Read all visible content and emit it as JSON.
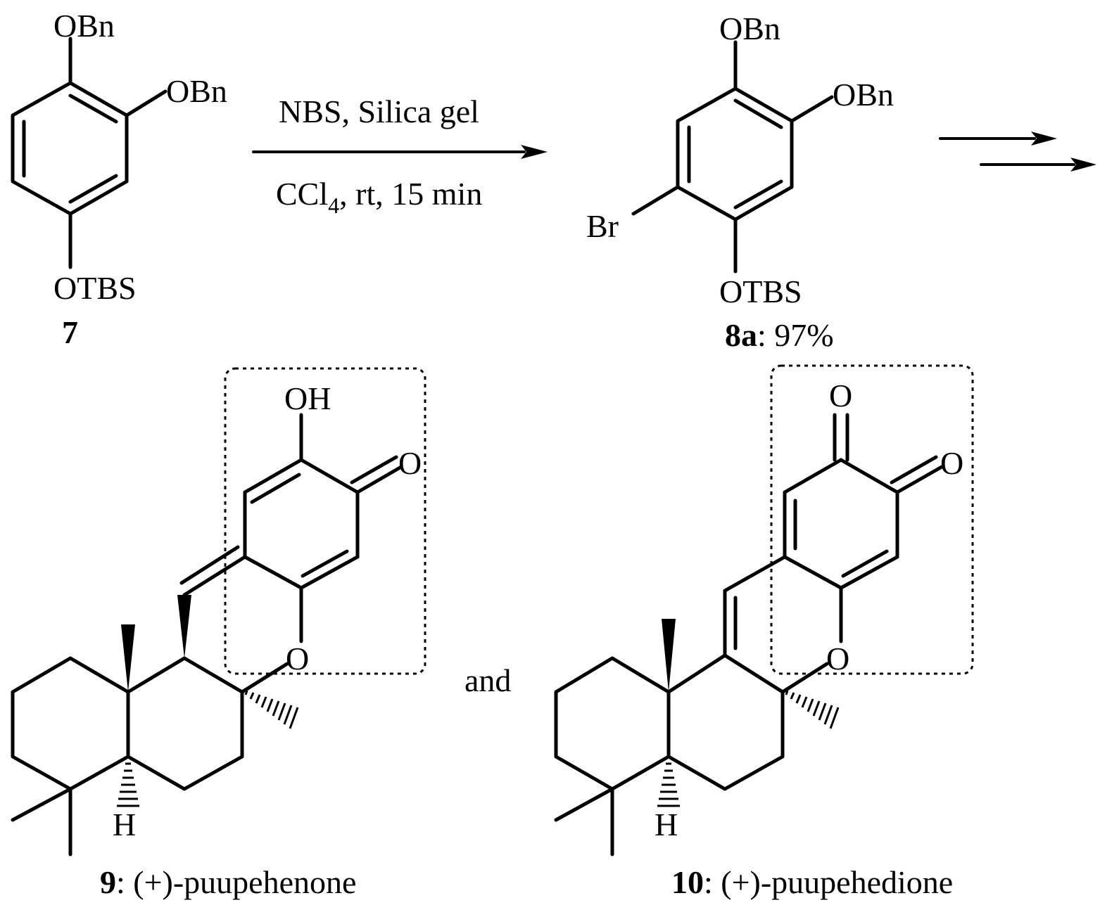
{
  "compound_7": {
    "number": "7",
    "substituents": [
      "OBn",
      "OBn",
      "OTBS"
    ]
  },
  "reaction_1": {
    "reagents": "NBS, Silica gel",
    "conditions_prefix": "CCl",
    "conditions_sub": "4",
    "conditions_suffix": ", rt, 15 min"
  },
  "compound_8a": {
    "number": "8a",
    "yield": ": 97%",
    "substituents": [
      "OBn",
      "OBn",
      "Br",
      "OTBS"
    ]
  },
  "compound_9": {
    "number": "9",
    "name": ": (+)-puupehenone",
    "atoms": [
      "OH",
      "O",
      "O",
      "H"
    ]
  },
  "conjunction": "and",
  "compound_10": {
    "number": "10",
    "name": ": (+)-puupehedione",
    "atoms": [
      "O",
      "O",
      "O",
      "H"
    ]
  }
}
